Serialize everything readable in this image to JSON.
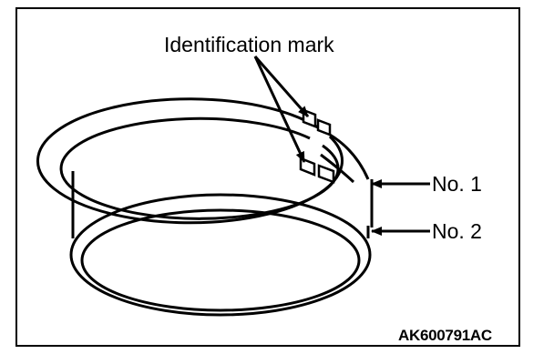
{
  "figure": {
    "identification_label": "Identification mark",
    "ring_labels": [
      "No. 1",
      "No. 2"
    ],
    "figure_code": "AK600791AC"
  },
  "colors": {
    "line": "#000000",
    "background": "#ffffff"
  }
}
